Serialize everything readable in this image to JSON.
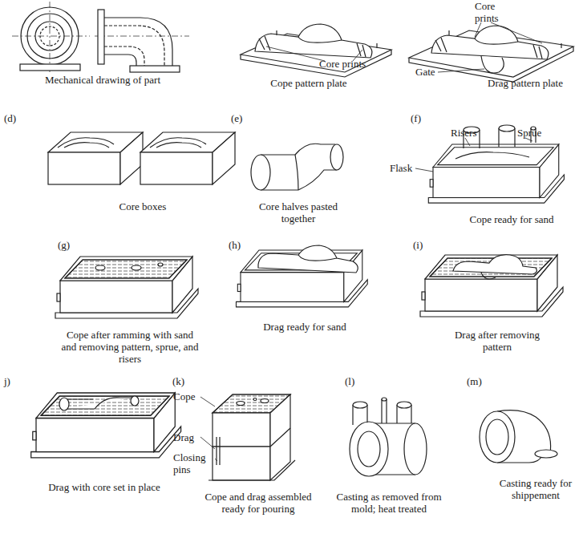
{
  "diagram": {
    "labels": [
      "Core prints",
      "Mechanical drawing of part",
      "Core prints",
      "Cope pattern plate",
      "Gate",
      "Drag pattern plate",
      "(d)",
      "Core boxes",
      "(e)",
      "Core halves pasted together",
      "(f)",
      "Risers",
      "Sprue",
      "Flask",
      "Cope ready for sand",
      "(g)",
      "Cope after ramming with sand and removing pattern, sprue, and risers",
      "(h)",
      "Drag ready for sand",
      "(i)",
      "Drag after removing pattern",
      "j)",
      "Drag with core set in place",
      "(k)",
      "Cope",
      "Drag",
      "Closing pins",
      "Cope and drag assembled ready for pouring",
      "(l)",
      "Casting as removed from mold; heat treated",
      "(m)",
      "Casting ready for shippement"
    ]
  }
}
